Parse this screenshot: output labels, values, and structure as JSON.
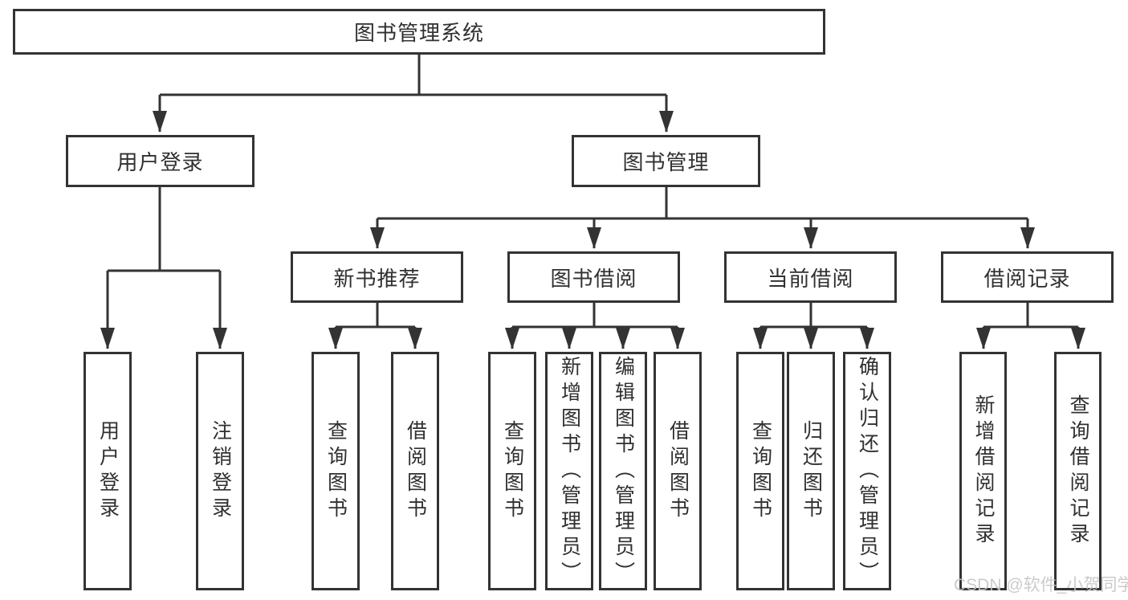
{
  "tree": {
    "root": "图书管理系统",
    "branches": [
      {
        "label": "用户登录",
        "children": [
          "用户登录",
          "注销登录"
        ]
      },
      {
        "label": "图书管理",
        "groups": [
          {
            "label": "新书推荐",
            "children": [
              "查询图书",
              "借阅图书"
            ]
          },
          {
            "label": "图书借阅",
            "children": [
              "查询图书",
              "新增图书（管理员）",
              "编辑图书（管理员）",
              "借阅图书"
            ]
          },
          {
            "label": "当前借阅",
            "children": [
              "查询图书",
              "归还图书",
              "确认归还（管理员）"
            ]
          },
          {
            "label": "借阅记录",
            "children": [
              "新增借阅记录",
              "查询借阅记录"
            ]
          }
        ]
      }
    ]
  },
  "watermark": {
    "text": "CSDN @软件_小贺同学"
  },
  "colors": {
    "line": "#333333",
    "text": "#303030",
    "watermark": "#c6c6c6",
    "background": "#ffffff"
  }
}
